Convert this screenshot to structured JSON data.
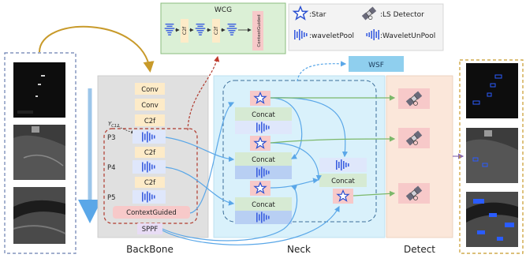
{
  "wcg": {
    "title": "WCG",
    "c2f": "C2f",
    "cg": "ContextGuided"
  },
  "legend": {
    "star": ":Star",
    "ls": ":LS Detector",
    "wavelet_pool": ":waveletPool",
    "wavelet_unpool": ":WaveletUnPool"
  },
  "wsf": {
    "label": "WSF"
  },
  "backbone": {
    "title": "BackBone",
    "conv1": "Conv",
    "conv2": "Conv",
    "c2f_1": "C2f",
    "c2f_2": "C2f",
    "c2f_3": "C2f",
    "context_guided": "ContextGuided",
    "sppf": "SPPF",
    "y_label": "Y",
    "y_sub": "C12",
    "p3": "P3",
    "p4": "P4",
    "p5": "P5"
  },
  "neck": {
    "title": "Neck",
    "concat1": "Concat",
    "concat2": "Concat",
    "concat3": "Concat",
    "concat4": "Concat"
  },
  "detect": {
    "title": "Detect"
  },
  "colors": {
    "backbone_bg": "#e0e0e0",
    "neck_bg": "#d9f1fb",
    "detect_bg": "#fbe7da",
    "conv": "#fdebc8",
    "cg": "#f7c9c9",
    "concat": "#d6ead3",
    "wavelet_bar": "#3b5fe0",
    "arrow_blue": "#5aa7e8",
    "arrow_green": "#7cb86a",
    "arrow_red": "#c0392b",
    "arrow_gold": "#c89a2a"
  }
}
